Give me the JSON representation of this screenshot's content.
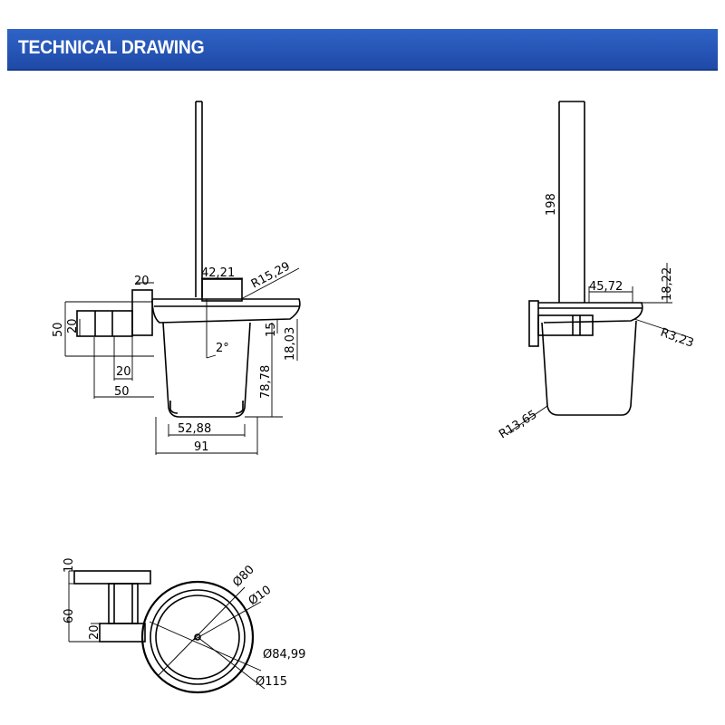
{
  "header": {
    "title": "TECHNICAL DRAWING"
  },
  "front_view": {
    "dims": {
      "holder_width": "20",
      "top_opening": "42,21",
      "rim_radius": "R15,29",
      "mount_height": "50",
      "mount_small": "20",
      "base_small": "20",
      "base_depth": "50",
      "taper_angle": "2°",
      "cup_height": "78,78",
      "lip": "15",
      "rim_height": "18,03",
      "bottom_width": "52,88",
      "overall_width": "91"
    }
  },
  "side_view": {
    "dims": {
      "handle_length": "198",
      "holder_depth": "45,72",
      "holder_height": "18,22",
      "edge_radius": "R3,23",
      "bottom_radius": "R13,65"
    }
  },
  "top_view": {
    "dims": {
      "plate_thickness": "10",
      "mount_length": "60",
      "post_width": "20",
      "outer_diameter": "Ø80",
      "handle_diameter": "Ø10",
      "inner_diameter": "Ø84,99",
      "ring_diameter": "Ø115"
    }
  }
}
